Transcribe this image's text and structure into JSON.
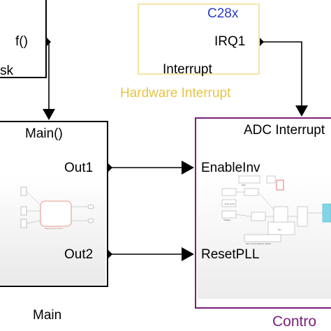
{
  "task_block": {
    "port_label": "f()",
    "name_fragment": "sk"
  },
  "hw_block": {
    "core_label": "C28x",
    "port_label": "IRQ1",
    "inner_label": "Interrupt",
    "name": "Hardware Interrupt"
  },
  "main_block": {
    "fn_label": "Main()",
    "out1": "Out1",
    "out2": "Out2",
    "name": "Main",
    "preview_caption": "Sequencing Control"
  },
  "control_block": {
    "title": "ADC Interrupt",
    "in1": "EnableInv",
    "in2": "ResetPLL",
    "name": "Contro",
    "preview_labels": [
      "ADC",
      "PLL",
      "Duty Cycle",
      "Voltage",
      "Zero Cross Detector (ZCD)"
    ]
  },
  "colors": {
    "hw_border": "#f2e6a8",
    "hw_name": "#e8c445",
    "core_label": "#2a3dc8",
    "control_border": "#7a1f7a",
    "control_name": "#7a1f7a",
    "preview_accent": "#7fd6e6",
    "preview_red": "#e05050"
  }
}
